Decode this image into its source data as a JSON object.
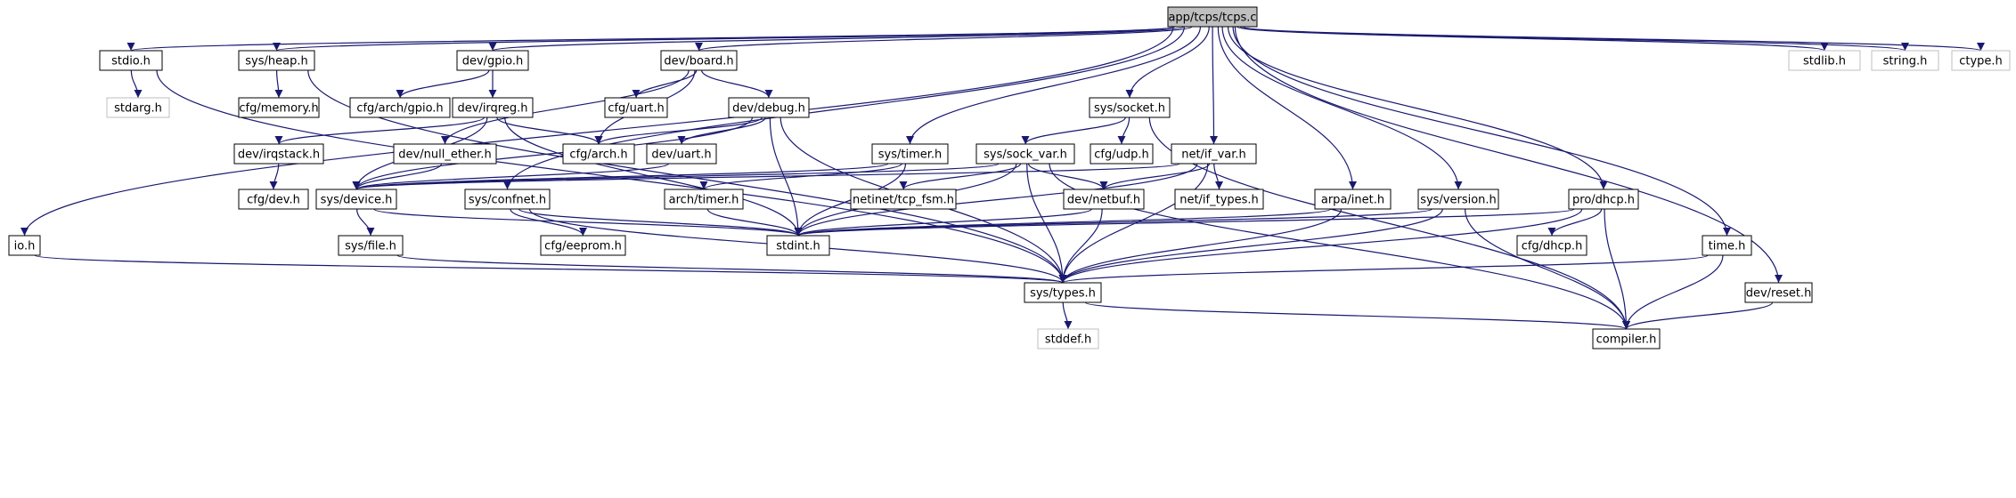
{
  "colors": {
    "edge": "#191970",
    "node_border": "#000000",
    "external_border": "#bfbfbf",
    "root_fill": "#bfbfbf",
    "text": "#000000"
  },
  "nodes": [
    {
      "id": "root",
      "label": "app/tcps/tcps.c",
      "kind": "root"
    },
    {
      "id": "stdio",
      "label": "stdio.h"
    },
    {
      "id": "heap",
      "label": "sys/heap.h"
    },
    {
      "id": "gpio",
      "label": "dev/gpio.h"
    },
    {
      "id": "board",
      "label": "dev/board.h"
    },
    {
      "id": "stdlib",
      "label": "stdlib.h",
      "kind": "external"
    },
    {
      "id": "string",
      "label": "string.h",
      "kind": "external"
    },
    {
      "id": "ctype",
      "label": "ctype.h",
      "kind": "external"
    },
    {
      "id": "stdarg",
      "label": "stdarg.h",
      "kind": "external"
    },
    {
      "id": "memory",
      "label": "cfg/memory.h"
    },
    {
      "id": "archgpio",
      "label": "cfg/arch/gpio.h"
    },
    {
      "id": "irqreg",
      "label": "dev/irqreg.h"
    },
    {
      "id": "cfguart",
      "label": "cfg/uart.h"
    },
    {
      "id": "debug",
      "label": "dev/debug.h"
    },
    {
      "id": "socket",
      "label": "sys/socket.h"
    },
    {
      "id": "irqstack",
      "label": "dev/irqstack.h"
    },
    {
      "id": "nullether",
      "label": "dev/null_ether.h"
    },
    {
      "id": "cfgarch",
      "label": "cfg/arch.h"
    },
    {
      "id": "devuart",
      "label": "dev/uart.h"
    },
    {
      "id": "timer",
      "label": "sys/timer.h"
    },
    {
      "id": "sockvar",
      "label": "sys/sock_var.h"
    },
    {
      "id": "cfgudp",
      "label": "cfg/udp.h"
    },
    {
      "id": "ifvar",
      "label": "net/if_var.h"
    },
    {
      "id": "cfgdev",
      "label": "cfg/dev.h"
    },
    {
      "id": "device",
      "label": "sys/device.h"
    },
    {
      "id": "confnet",
      "label": "sys/confnet.h"
    },
    {
      "id": "archtimer",
      "label": "arch/timer.h"
    },
    {
      "id": "tcpfsm",
      "label": "netinet/tcp_fsm.h"
    },
    {
      "id": "netbuf",
      "label": "dev/netbuf.h"
    },
    {
      "id": "iftypes",
      "label": "net/if_types.h"
    },
    {
      "id": "inet",
      "label": "arpa/inet.h"
    },
    {
      "id": "version",
      "label": "sys/version.h"
    },
    {
      "id": "dhcp",
      "label": "pro/dhcp.h"
    },
    {
      "id": "ioh",
      "label": "io.h"
    },
    {
      "id": "sysfile",
      "label": "sys/file.h"
    },
    {
      "id": "eeprom",
      "label": "cfg/eeprom.h"
    },
    {
      "id": "stdint",
      "label": "stdint.h"
    },
    {
      "id": "cfgdhcp",
      "label": "cfg/dhcp.h"
    },
    {
      "id": "timeh",
      "label": "time.h"
    },
    {
      "id": "types",
      "label": "sys/types.h"
    },
    {
      "id": "reset",
      "label": "dev/reset.h"
    },
    {
      "id": "stddef",
      "label": "stddef.h",
      "kind": "external"
    },
    {
      "id": "compiler",
      "label": "compiler.h"
    }
  ],
  "edges": [
    [
      "root",
      "stdio"
    ],
    [
      "root",
      "heap"
    ],
    [
      "root",
      "gpio"
    ],
    [
      "root",
      "board"
    ],
    [
      "root",
      "stdlib"
    ],
    [
      "root",
      "string"
    ],
    [
      "root",
      "ctype"
    ],
    [
      "root",
      "ioh"
    ],
    [
      "root",
      "timer"
    ],
    [
      "root",
      "socket"
    ],
    [
      "root",
      "ifvar"
    ],
    [
      "root",
      "inet"
    ],
    [
      "root",
      "version"
    ],
    [
      "root",
      "dhcp"
    ],
    [
      "root",
      "timeh"
    ],
    [
      "root",
      "reset"
    ],
    [
      "root",
      "confnet"
    ],
    [
      "stdio",
      "stdarg"
    ],
    [
      "stdio",
      "types"
    ],
    [
      "heap",
      "memory"
    ],
    [
      "heap",
      "types"
    ],
    [
      "gpio",
      "archgpio"
    ],
    [
      "gpio",
      "irqreg"
    ],
    [
      "board",
      "cfguart"
    ],
    [
      "board",
      "debug"
    ],
    [
      "board",
      "cfgarch"
    ],
    [
      "board",
      "nullether"
    ],
    [
      "irqreg",
      "irqstack"
    ],
    [
      "irqreg",
      "cfgarch"
    ],
    [
      "irqreg",
      "device"
    ],
    [
      "irqreg",
      "stdint"
    ],
    [
      "debug",
      "cfgarch"
    ],
    [
      "debug",
      "devuart"
    ],
    [
      "debug",
      "device"
    ],
    [
      "debug",
      "stdint"
    ],
    [
      "debug",
      "types"
    ],
    [
      "irqstack",
      "cfgdev"
    ],
    [
      "nullether",
      "device"
    ],
    [
      "devuart",
      "device"
    ],
    [
      "timer",
      "device"
    ],
    [
      "timer",
      "archtimer"
    ],
    [
      "timer",
      "stdint"
    ],
    [
      "socket",
      "sockvar"
    ],
    [
      "socket",
      "cfgudp"
    ],
    [
      "socket",
      "compiler"
    ],
    [
      "sockvar",
      "device"
    ],
    [
      "sockvar",
      "tcpfsm"
    ],
    [
      "sockvar",
      "netbuf"
    ],
    [
      "sockvar",
      "stdint"
    ],
    [
      "sockvar",
      "types"
    ],
    [
      "sockvar",
      "compiler"
    ],
    [
      "ifvar",
      "device"
    ],
    [
      "ifvar",
      "netbuf"
    ],
    [
      "ifvar",
      "iftypes"
    ],
    [
      "ifvar",
      "stdint"
    ],
    [
      "ifvar",
      "types"
    ],
    [
      "device",
      "sysfile"
    ],
    [
      "device",
      "stdint"
    ],
    [
      "confnet",
      "eeprom"
    ],
    [
      "confnet",
      "stdint"
    ],
    [
      "confnet",
      "types"
    ],
    [
      "archtimer",
      "stdint"
    ],
    [
      "netbuf",
      "stdint"
    ],
    [
      "netbuf",
      "types"
    ],
    [
      "inet",
      "stdint"
    ],
    [
      "inet",
      "types"
    ],
    [
      "version",
      "stdint"
    ],
    [
      "version",
      "types"
    ],
    [
      "version",
      "compiler"
    ],
    [
      "dhcp",
      "cfgdhcp"
    ],
    [
      "dhcp",
      "stdint"
    ],
    [
      "dhcp",
      "types"
    ],
    [
      "dhcp",
      "compiler"
    ],
    [
      "ioh",
      "types"
    ],
    [
      "sysfile",
      "types"
    ],
    [
      "timeh",
      "types"
    ],
    [
      "timeh",
      "compiler"
    ],
    [
      "types",
      "stddef"
    ],
    [
      "types",
      "compiler"
    ],
    [
      "reset",
      "compiler"
    ]
  ]
}
